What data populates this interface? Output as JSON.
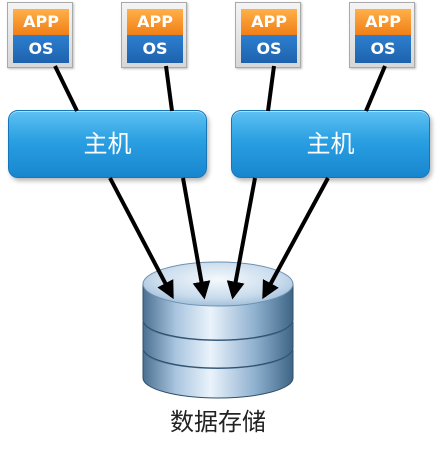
{
  "vms": [
    {
      "app": "APP",
      "os": "OS"
    },
    {
      "app": "APP",
      "os": "OS"
    },
    {
      "app": "APP",
      "os": "OS"
    },
    {
      "app": "APP",
      "os": "OS"
    }
  ],
  "hosts": [
    {
      "label": "主机"
    },
    {
      "label": "主机"
    }
  ],
  "storage": {
    "label": "数据存储"
  },
  "colors": {
    "app": "#f07f16",
    "os": "#1e62ad",
    "host": "#2a9fe2",
    "disk": "#8fb1d1",
    "arrow": "#000000"
  }
}
